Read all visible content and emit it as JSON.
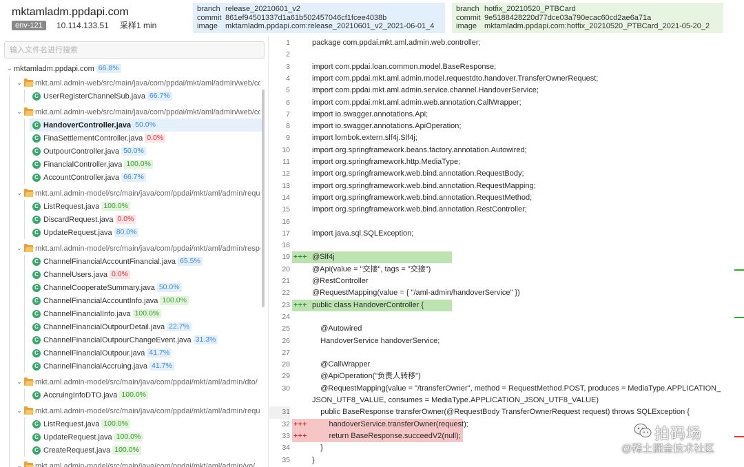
{
  "header": {
    "host": "mktamladm.ppdapi.com",
    "env_badge": "env-121",
    "ip": "10.114.133.51",
    "sample_rate": "采样1 min",
    "base": {
      "branch_key": "branch",
      "branch": "release_20210601_v2",
      "commit_key": "commit",
      "commit": "861ef94501337d1a61b502457046cf1fcee4038b",
      "image_key": "image",
      "image": "mktamladm.ppdapi.com:release_20210601_v2_2021-06-01_4"
    },
    "target": {
      "branch_key": "branch",
      "branch": "hotfix_20210520_PTBCard",
      "commit_key": "commit",
      "commit": "9e5188428220d77dce03a790ecac60cd2ae6a71a",
      "image_key": "image",
      "image": "mktamladm.ppdapi.com:hotfix_20210520_PTBCard_2021-05-20_2"
    }
  },
  "search": {
    "placeholder": "输入文件名进行搜索",
    "value": ""
  },
  "tree": {
    "root": {
      "name": "mktamladm.ppdapi.com",
      "coverage": "66.8%",
      "status": "blue"
    },
    "groups": [
      {
        "name": "mkt.aml.admin-web/src/main/java/com/ppdai/mkt/aml/admin/web/controller/channel/",
        "files": [
          {
            "name": "UserRegisterChannelSub.java",
            "coverage": "66.7%",
            "status": "blue"
          }
        ]
      },
      {
        "name": "mkt.aml.admin-web/src/main/java/com/ppdai/mkt/aml/admin/web/controller/",
        "files": [
          {
            "name": "HandoverController.java",
            "coverage": "50.0%",
            "status": "blue",
            "selected": true
          },
          {
            "name": "FinaSettlementController.java",
            "coverage": "0.0%",
            "status": "red"
          },
          {
            "name": "OutpourController.java",
            "coverage": "50.0%",
            "status": "blue"
          },
          {
            "name": "FinancialController.java",
            "coverage": "100.0%",
            "status": "green"
          },
          {
            "name": "AccountController.java",
            "coverage": "66.7%",
            "status": "blue"
          }
        ]
      },
      {
        "name": "mkt.aml.admin-model/src/main/java/com/ppdai/mkt/aml/admin/requestdto/",
        "files": [
          {
            "name": "ListRequest.java",
            "coverage": "100.0%",
            "status": "green"
          },
          {
            "name": "DiscardRequest.java",
            "coverage": "0.0%",
            "status": "red"
          },
          {
            "name": "UpdateRequest.java",
            "coverage": "80.0%",
            "status": "blue"
          }
        ]
      },
      {
        "name": "mkt.aml.admin-model/src/main/java/com/ppdai/mkt/aml/admin/responsedto/",
        "files": [
          {
            "name": "ChannelFinancialAccountFinancial.java",
            "coverage": "65.5%",
            "status": "blue"
          },
          {
            "name": "ChannelUsers.java",
            "coverage": "0.0%",
            "status": "red"
          },
          {
            "name": "ChannelCooperateSummary.java",
            "coverage": "50.0%",
            "status": "blue"
          },
          {
            "name": "ChannelFinancialAccountInfo.java",
            "coverage": "100.0%",
            "status": "green"
          },
          {
            "name": "ChannelFinancialInfo.java",
            "coverage": "100.0%",
            "status": "green"
          },
          {
            "name": "ChannelFinancialOutpourDetail.java",
            "coverage": "22.7%",
            "status": "blue"
          },
          {
            "name": "ChannelFinancialOutpourChangeEvent.java",
            "coverage": "31.3%",
            "status": "blue"
          },
          {
            "name": "ChannelFinancialOutpour.java",
            "coverage": "41.7%",
            "status": "blue"
          },
          {
            "name": "ChannelFinancialAccruing.java",
            "coverage": "41.7%",
            "status": "blue"
          }
        ]
      },
      {
        "name": "mkt.aml.admin-model/src/main/java/com/ppdai/mkt/aml/admin/dto/",
        "files": [
          {
            "name": "AccruingInfoDTO.java",
            "coverage": "100.0%",
            "status": "green"
          }
        ]
      },
      {
        "name": "mkt.aml.admin-model/src/main/java/com/ppdai/mkt/aml/admin/request/",
        "files": [
          {
            "name": "ListRequest.java",
            "coverage": "100.0%",
            "status": "green"
          },
          {
            "name": "UpdateRequest.java",
            "coverage": "100.0%",
            "status": "green"
          },
          {
            "name": "CreateRequest.java",
            "coverage": "100.0%",
            "status": "green"
          }
        ]
      },
      {
        "name": "mkt.aml.admin-model/src/main/java/com/ppdai/mkt/aml/admin/vo/",
        "files": []
      }
    ]
  },
  "code": {
    "lines": [
      {
        "n": "1",
        "text": "package com.ppdai.mkt.aml.admin.web.controller;"
      },
      {
        "n": "2",
        "text": ""
      },
      {
        "n": "3",
        "text": "import com.ppdai.loan.common.model.BaseResponse;"
      },
      {
        "n": "4",
        "text": "import com.ppdai.mkt.aml.admin.model.requestdto.handover.TransferOwnerRequest;"
      },
      {
        "n": "5",
        "text": "import com.ppdai.mkt.aml.admin.service.channel.HandoverService;"
      },
      {
        "n": "6",
        "text": "import com.ppdai.mkt.aml.admin.web.annotation.CallWrapper;"
      },
      {
        "n": "7",
        "text": "import io.swagger.annotations.Api;"
      },
      {
        "n": "8",
        "text": "import io.swagger.annotations.ApiOperation;"
      },
      {
        "n": "9",
        "text": "import lombok.extern.slf4j.Slf4j;"
      },
      {
        "n": "10",
        "text": "import org.springframework.beans.factory.annotation.Autowired;"
      },
      {
        "n": "11",
        "text": "import org.springframework.http.MediaType;"
      },
      {
        "n": "12",
        "text": "import org.springframework.web.bind.annotation.RequestBody;"
      },
      {
        "n": "13",
        "text": "import org.springframework.web.bind.annotation.RequestMapping;"
      },
      {
        "n": "14",
        "text": "import org.springframework.web.bind.annotation.RequestMethod;"
      },
      {
        "n": "15",
        "text": "import org.springframework.web.bind.annotation.RestController;"
      },
      {
        "n": "16",
        "text": ""
      },
      {
        "n": "17",
        "text": "import java.sql.SQLException;"
      },
      {
        "n": "18",
        "text": ""
      },
      {
        "n": "19",
        "text": "@Slf4j",
        "mark": "+++",
        "state": "add-green"
      },
      {
        "n": "20",
        "text": "@Api(value = \"交接\", tags = \"交接\")"
      },
      {
        "n": "21",
        "text": "@RestController"
      },
      {
        "n": "22",
        "text": "@RequestMapping(value = { \"/aml-admin/handoverService\" })"
      },
      {
        "n": "23",
        "text": "public class HandoverController {",
        "mark": "+++",
        "state": "add-green"
      },
      {
        "n": "24",
        "text": ""
      },
      {
        "n": "25",
        "text": "    @Autowired"
      },
      {
        "n": "26",
        "text": "    HandoverService handoverService;"
      },
      {
        "n": "27",
        "text": ""
      },
      {
        "n": "28",
        "text": "    @CallWrapper"
      },
      {
        "n": "29",
        "text": "    @ApiOperation(\"负责人转移\")"
      },
      {
        "n": "30",
        "text": "    @RequestMapping(value = \"/transferOwner\", method = RequestMethod.POST, produces = MediaType.APPLICATION_"
      },
      {
        "n": "",
        "text": "JSON_UTF8_VALUE, consumes = MediaType.APPLICATION_JSON_UTF8_VALUE)"
      },
      {
        "n": "31",
        "text": "    public BaseResponse transferOwner(@RequestBody TransferOwnerRequest request) throws SQLException {",
        "state": "covered"
      },
      {
        "n": "32",
        "text": "        handoverService.transferOwner(request);",
        "mark": "+++",
        "state": "add-red"
      },
      {
        "n": "33",
        "text": "        return BaseResponse.succeedV2(null);",
        "mark": "+++",
        "state": "add-red"
      },
      {
        "n": "34",
        "text": "    }"
      },
      {
        "n": "35",
        "text": "}"
      }
    ],
    "colors": {
      "added_covered": "#bde3b3",
      "added_uncovered": "#f6c6c6",
      "mark_green": "#35a535",
      "mark_red": "#e0393e"
    }
  },
  "watermark": {
    "line1": "拍码场",
    "line2": "@稀土掘金技术社区"
  }
}
